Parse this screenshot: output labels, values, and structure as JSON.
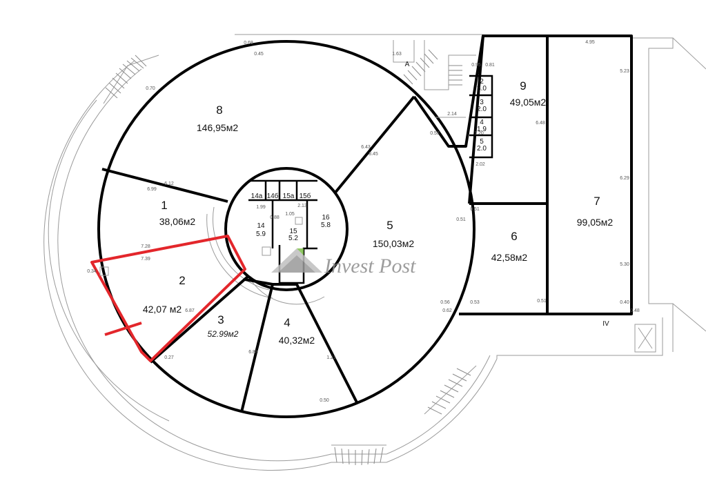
{
  "rooms": [
    {
      "id": "1",
      "number": "1",
      "area": "38,06м2"
    },
    {
      "id": "2",
      "number": "2",
      "area": "42,07 м2"
    },
    {
      "id": "3",
      "number": "3",
      "area": "52.99м2"
    },
    {
      "id": "4",
      "number": "4",
      "area": "40,32м2"
    },
    {
      "id": "5",
      "number": "5",
      "area": "150,03м2"
    },
    {
      "id": "6",
      "number": "6",
      "area": "42,58м2"
    },
    {
      "id": "7",
      "number": "7",
      "area": "99,05м2"
    },
    {
      "id": "8",
      "number": "8",
      "area": "146,95м2"
    },
    {
      "id": "9",
      "number": "9",
      "area": "49,05м2"
    }
  ],
  "small_rooms": [
    {
      "number": "2",
      "area": "3.0"
    },
    {
      "number": "3",
      "area": "2.0"
    },
    {
      "number": "4",
      "area": "1.9"
    },
    {
      "number": "5",
      "area": "2.0"
    }
  ],
  "core_rooms": [
    {
      "label": "14а"
    },
    {
      "label": "14б"
    },
    {
      "label": "15а"
    },
    {
      "label": "15б"
    },
    {
      "label": "14",
      "area": "5.9"
    },
    {
      "label": "15",
      "area": "5.2"
    },
    {
      "label": "16",
      "area": "5.8"
    }
  ],
  "marks": {
    "stair_a": "А",
    "axis_iv": "IV"
  },
  "dimensions": [
    "0.45",
    "0.70",
    "0.68",
    "6.99",
    "6.12",
    "7.28",
    "7.39",
    "0.34",
    "6.87",
    "0.27",
    "6.88",
    "1.21",
    "0.50",
    "6.43",
    "8.45",
    "0.53",
    "0.51",
    "0.56",
    "0.62",
    "0.51",
    "0.53",
    "0.51",
    "4.95",
    "5.23",
    "6.29",
    "6.48",
    "5.30",
    "0.40",
    "0.48",
    "1.63",
    "0.95",
    "0.81",
    "2.14",
    "2.02",
    "1.20",
    "1.99",
    "2.13",
    "1.05",
    "0.88"
  ],
  "watermark": {
    "text": "Invest Post"
  },
  "colors": {
    "highlight": "#e3262b",
    "walls": "#000000",
    "background": "#ffffff"
  }
}
